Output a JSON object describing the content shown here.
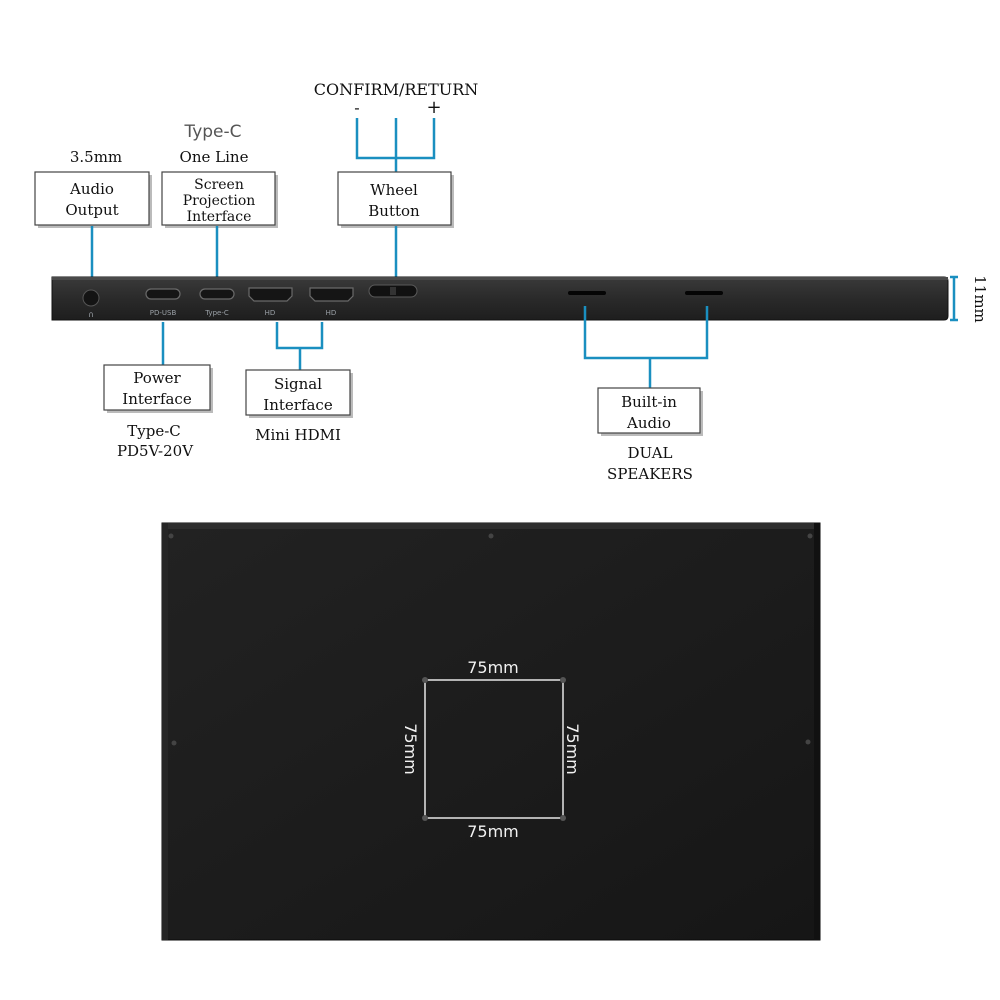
{
  "top": {
    "confirm_return": "CONFIRM/RETURN",
    "minus": "-",
    "plus": "+",
    "typec_top": "Type-C",
    "one_line": "One Line",
    "audio_size": "3.5mm",
    "thickness": "11mm"
  },
  "boxes": {
    "audio_output": [
      "Audio",
      "Output"
    ],
    "screen_projection": [
      "Screen",
      "Projection",
      "Interface"
    ],
    "wheel_button": [
      "Wheel",
      "Button"
    ],
    "power_interface": [
      "Power",
      "Interface"
    ],
    "signal_interface": [
      "Signal",
      "Interface"
    ],
    "builtin_audio": [
      "Built-in",
      "Audio"
    ]
  },
  "captions": {
    "power_type": "Type-C",
    "power_voltage": "PD5V-20V",
    "signal_type": "Mini HDMI",
    "speakers_1": "DUAL",
    "speakers_2": "SPEAKERS"
  },
  "ports": {
    "pd_usb": "PD-USB",
    "type_c": "Type-C",
    "hd1": "HD",
    "hd2": "HD"
  },
  "mount": {
    "top": "75mm",
    "bottom": "75mm",
    "left": "75mm",
    "right": "75mm"
  },
  "colors": {
    "leader": "#1a8fc0",
    "device": "#2b2b2b",
    "back_panel": "#1c1c1c"
  }
}
